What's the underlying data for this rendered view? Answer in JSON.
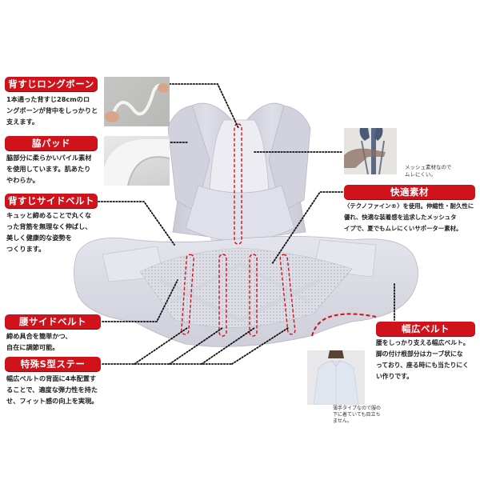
{
  "features": [
    {
      "id": "long-bone",
      "title": "背すじロングボーン",
      "lines": [
        "1本通った背すじ28cmのロ",
        "ングボーンが背中をしっかりと",
        "支えます。"
      ]
    },
    {
      "id": "armpit-pad",
      "title": "脇パッド",
      "lines": [
        "脇部分に柔らかいパイル素材",
        "を使用しています。肌あたり",
        "やわらか。"
      ]
    },
    {
      "id": "back-side-belt",
      "title": "背すじサイドベルト",
      "lines": [
        "キュッと締めることで丸くな",
        "った背筋を無理なく伸ばし、",
        "美しく健康的な姿勢を",
        "つくります。"
      ]
    },
    {
      "id": "waist-side-belt",
      "title": "腰サイドベルト",
      "lines": [
        "締め具合を簡単かつ、",
        "自在に調節可能。"
      ]
    },
    {
      "id": "s-stays",
      "title": "特殊S型ステー",
      "lines": [
        "幅広ベルトの背面に4本配置す",
        "ることで、適度な弾力性を持た",
        "せ、フィット感の向上を実現。"
      ]
    },
    {
      "id": "comfort-material",
      "title": "快適素材",
      "lines": [
        "〈テクノファイン®〉を使用。伸縮性・耐久性に",
        "優れ、快適な装着感を追求したメッシュタ",
        "イプで、夏でもムレにくいサポーター素材。"
      ]
    },
    {
      "id": "wide-belt",
      "title": "幅広ベルト",
      "lines": [
        "腰をしっかり支える幅広ベルト。",
        "脚の付け根部分はカーブ状にな",
        "っており、座る時にも当たりにく",
        "い作りです。"
      ]
    }
  ],
  "captions": {
    "mesh": [
      "メッシュ素材なので",
      "ムレにくい。"
    ],
    "thin": [
      "薄手タイプなので服の",
      "下に着ていても目立ち",
      "ません。"
    ]
  },
  "colors": {
    "accent_red": "#d0121b",
    "garment_gray": "#dcdce6",
    "mesh_gray": "#c8c8d2",
    "text": "#1e1e1e"
  }
}
